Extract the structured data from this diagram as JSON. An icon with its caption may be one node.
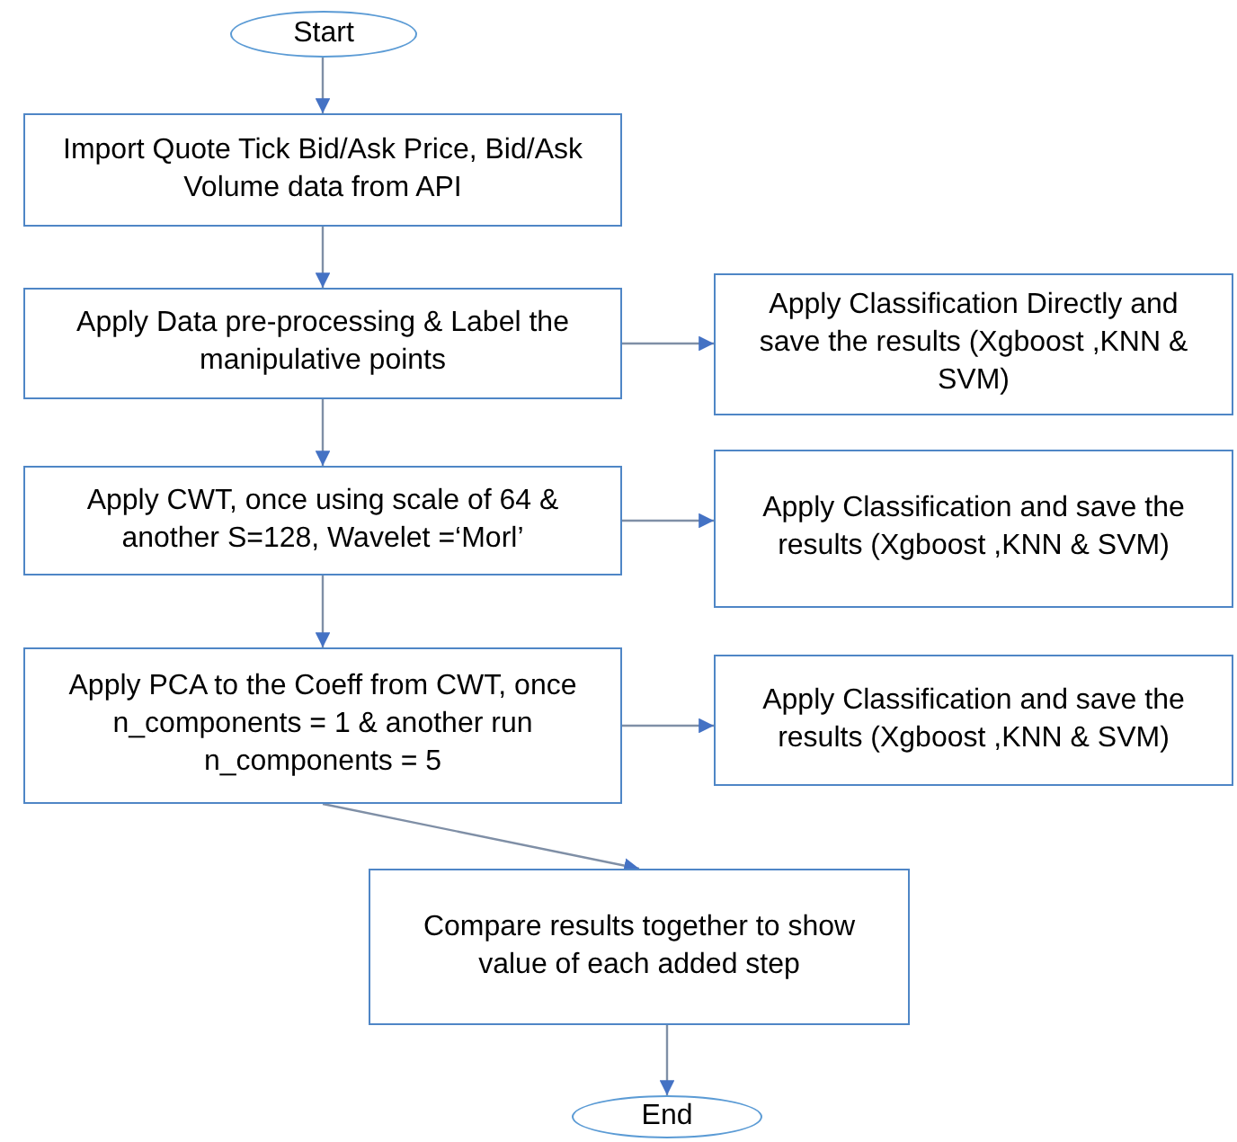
{
  "diagram": {
    "nodes": [
      {
        "text": [
          "Start"
        ]
      },
      {
        "text": [
          "Import Quote Tick Bid/Ask Price, Bid/Ask Volume data from API"
        ]
      },
      {
        "text": [
          "Apply Data pre-processing & Label the manipulative points"
        ]
      },
      {
        "text": [
          "Apply Classification Directly and save the results (Xgboost ,KNN & SVM)"
        ]
      },
      {
        "text": [
          "Apply CWT, once using scale of 64 & another S=128, Wavelet =‘Morl’"
        ]
      },
      {
        "text": [
          "Apply Classification and save the results (Xgboost ,KNN & SVM)"
        ]
      },
      {
        "text": [
          "Apply PCA to the Coeff from CWT, once n_components = 1 & another run n_components = 5"
        ]
      },
      {
        "text": [
          "Apply Classification and save the results (Xgboost ,KNN & SVM)"
        ]
      },
      {
        "text": [
          "Compare results together to show value of each added step"
        ]
      },
      {
        "text": [
          "End"
        ]
      }
    ],
    "edges": [
      {
        "from": 0,
        "to": 1,
        "arrow": "to"
      },
      {
        "from": 1,
        "to": 2,
        "arrow": "to"
      },
      {
        "from": 2,
        "to": 3,
        "arrow": "to"
      },
      {
        "from": 2,
        "to": 4,
        "arrow": "to"
      },
      {
        "from": 4,
        "to": 5,
        "arrow": "to"
      },
      {
        "from": 4,
        "to": 6,
        "arrow": "to"
      },
      {
        "from": 6,
        "to": 7,
        "arrow": "to"
      },
      {
        "from": 6,
        "to": 8,
        "arrow": "to"
      },
      {
        "from": 8,
        "to": 9,
        "arrow": "to"
      }
    ]
  }
}
